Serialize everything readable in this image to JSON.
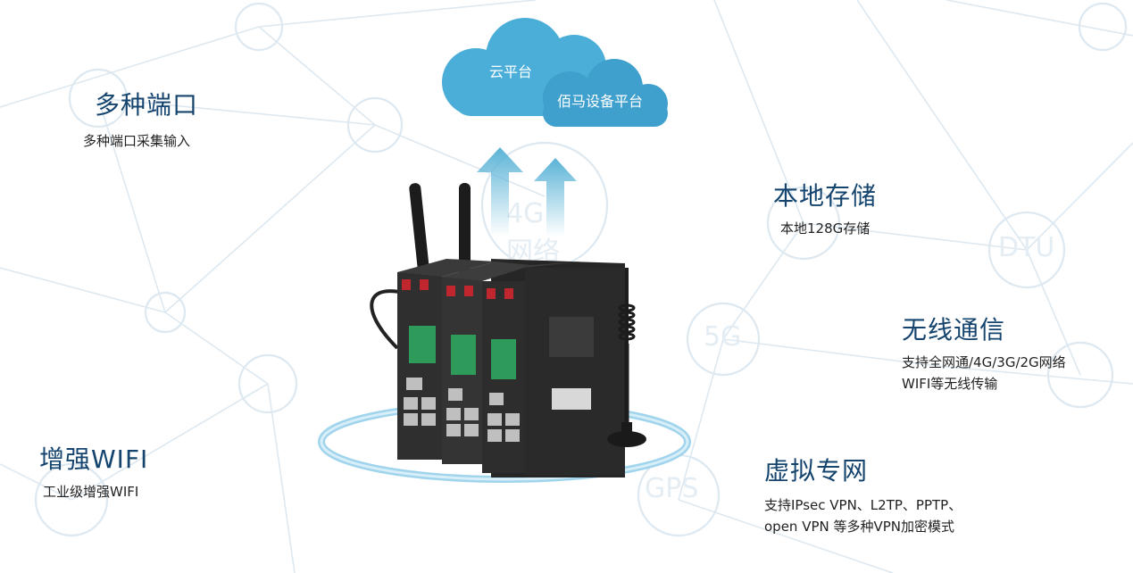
{
  "cloud": {
    "label_1": "云平台",
    "label_2": "佰马设备平台"
  },
  "faint_labels": {
    "network_4g_line1": "4G",
    "network_4g_line2": "网络",
    "fiveg": "5G",
    "dtu": "DTU",
    "gps": "GPS"
  },
  "features": {
    "multi_port": {
      "title": "多种端口",
      "desc": "多种端口采集输入"
    },
    "local_storage": {
      "title": "本地存储",
      "desc": "本地128G存储"
    },
    "wireless": {
      "title": "无线通信",
      "desc_1": "支持全网通/4G/3G/2G网络",
      "desc_2": "WIFI等无线传输"
    },
    "wifi": {
      "title": "增强WIFI",
      "desc": "工业级增强WIFI"
    },
    "vpn": {
      "title": "虚拟专网",
      "desc_1": "支持IPsec VPN、L2TP、PPTP、",
      "desc_2": "open VPN 等多种VPN加密模式"
    }
  },
  "colors": {
    "title_blue": "#15446e",
    "cloud_blue": "#4aaed8",
    "arrow_blue": "#5bb3d6",
    "network_line": "#d9e6ef",
    "ring_blue": "#7fc6e6",
    "device_body": "#2b2b2b"
  }
}
